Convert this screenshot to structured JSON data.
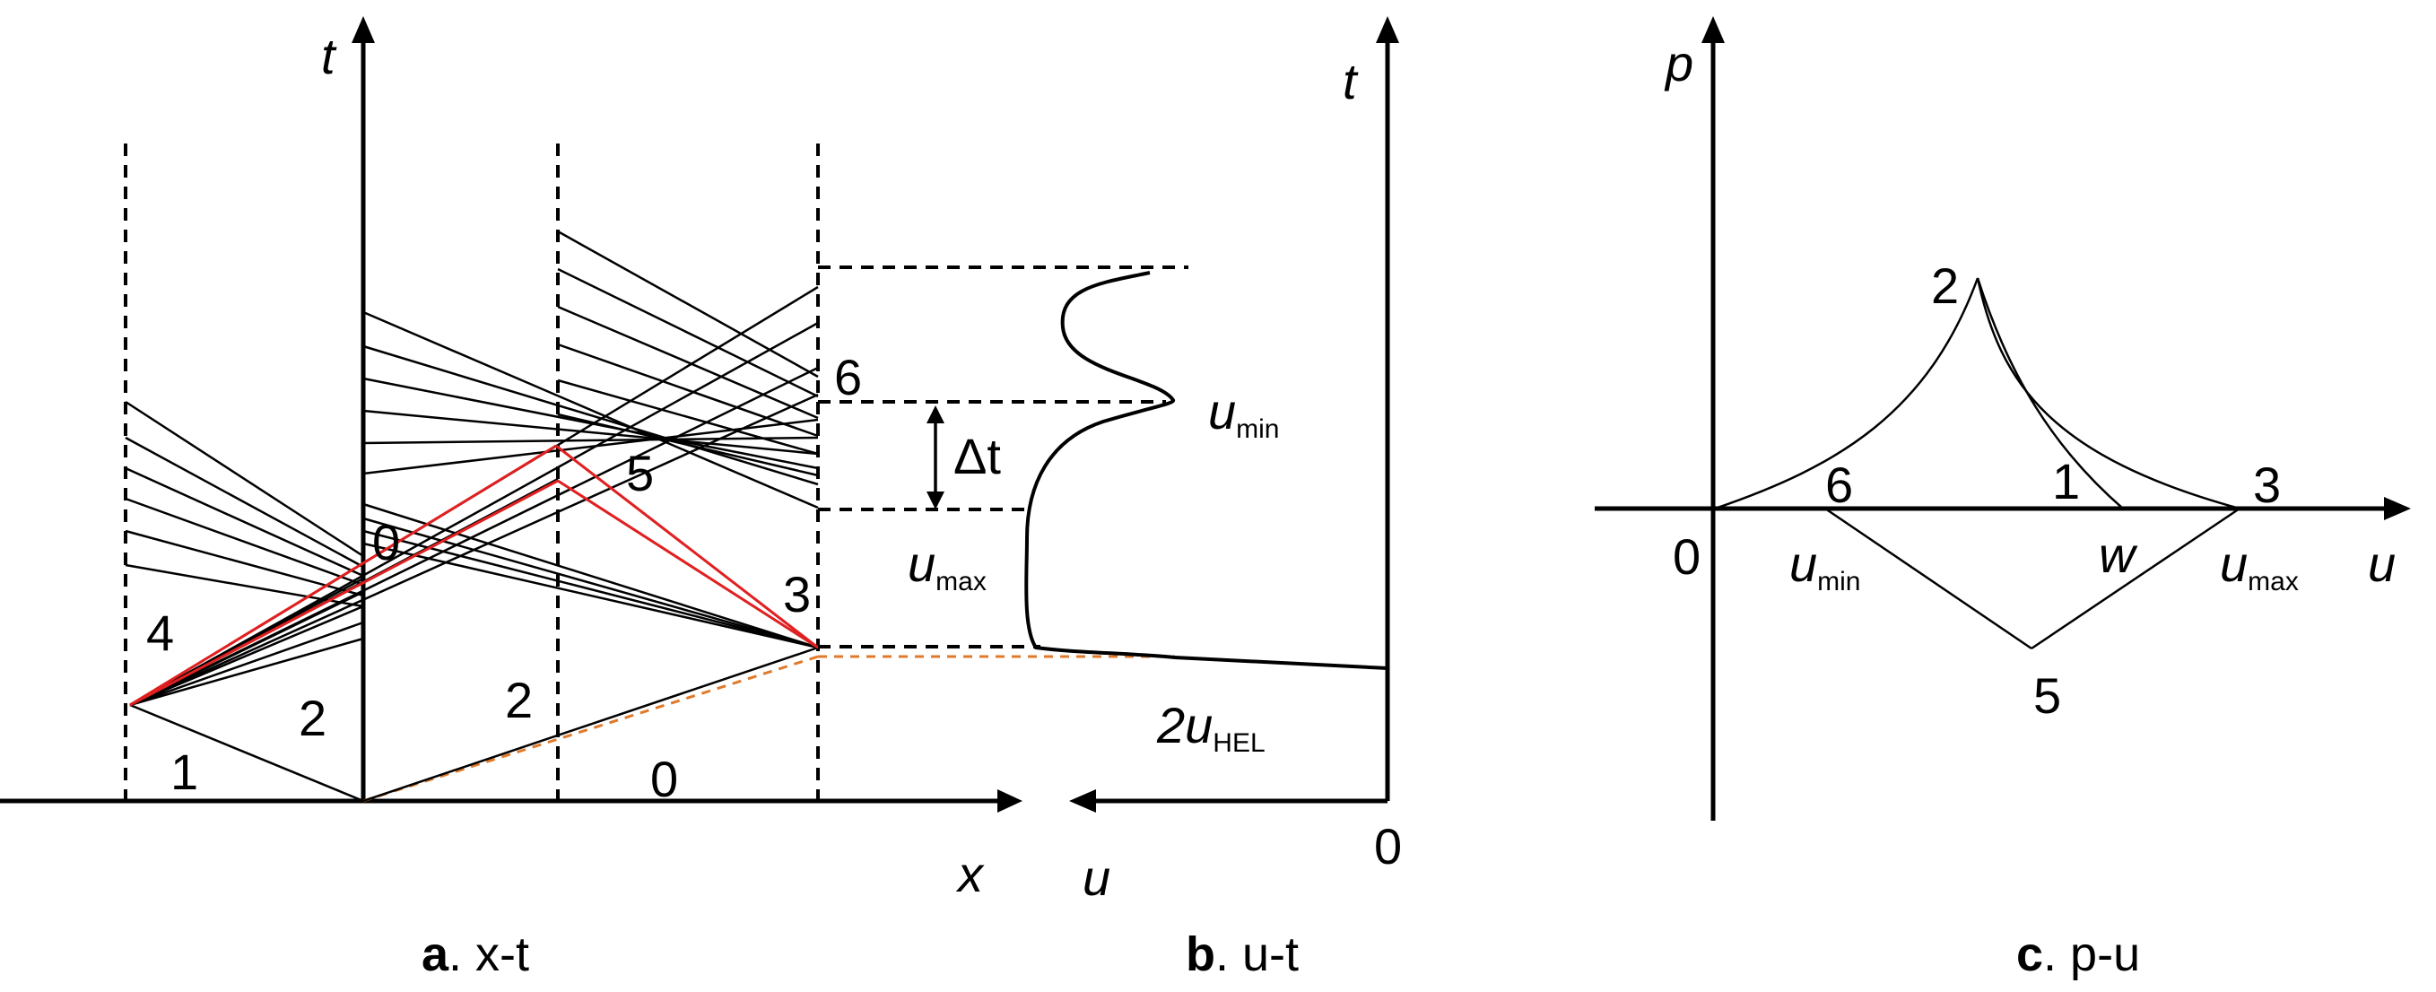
{
  "panel_a": {
    "axis_t": "t",
    "axis_x": "x",
    "regions": {
      "r0": "0",
      "r1": "1",
      "r2_left": "2",
      "r2_right": "2",
      "r3": "3",
      "r4": "4",
      "r5": "5",
      "r6": "6",
      "r0_top": "0"
    },
    "caption_bold": "a",
    "caption_rest": ". x-t"
  },
  "panel_b": {
    "axis_t": "t",
    "axis_u": "u",
    "origin": "0",
    "delta_t": "Δt",
    "u_min_main": "u",
    "u_min_sub": "min",
    "u_max_main": "u",
    "u_max_sub": "max",
    "hel_main": "2u",
    "hel_sub": "HEL",
    "caption_bold": "b",
    "caption_rest": ". u-t"
  },
  "panel_c": {
    "axis_p": "p",
    "axis_u": "u",
    "origin": "0",
    "points": {
      "p1": "1",
      "p2": "2",
      "p3": "3",
      "p5": "5",
      "p6": "6"
    },
    "w": "w",
    "u_min_main": "u",
    "u_min_sub": "min",
    "u_max_main": "u",
    "u_max_sub": "max",
    "caption_bold": "c",
    "caption_rest": ". p-u"
  },
  "colors": {
    "ink": "#000000",
    "red": "#e02020",
    "orange": "#e07a2a"
  }
}
